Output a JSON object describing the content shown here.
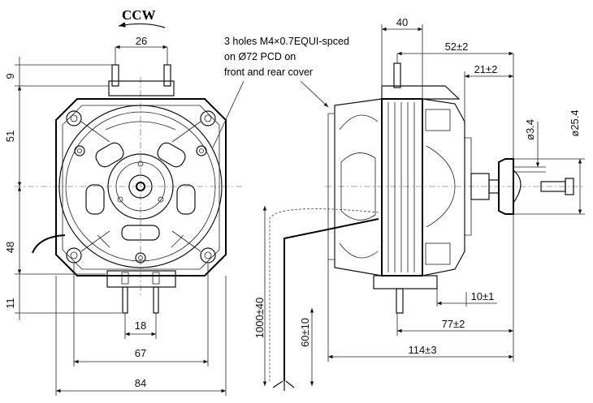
{
  "rotation": {
    "label": "CCW"
  },
  "note": {
    "line1": "3 holes M4×0.7EQUI-spced",
    "line2": "on Ø72 PCD on",
    "line3": "front and rear cover"
  },
  "front_view": {
    "dim_top": "26",
    "dim_left_9": "9",
    "dim_left_51": "51",
    "dim_left_48": "48",
    "dim_left_11": "11",
    "dim_18": "18",
    "dim_67": "67",
    "dim_84": "84"
  },
  "side_view": {
    "dim_40": "40",
    "dim_52": "52±2",
    "dim_21": "21±2",
    "dim_shaft_dia": "ø3.4",
    "dim_hub_dia": "ø25.4",
    "dim_10": "10±1",
    "dim_77": "77±2",
    "dim_114": "114±3",
    "dim_1000": "1000±40",
    "dim_60": "60±10"
  }
}
